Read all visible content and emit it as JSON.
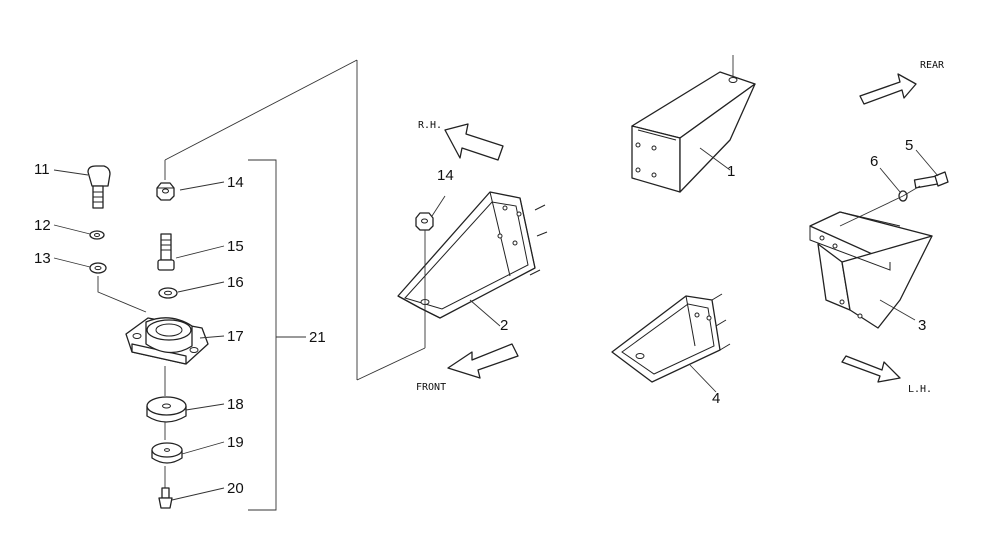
{
  "callouts": {
    "c11": "11",
    "c12": "12",
    "c13": "13",
    "c14a": "14",
    "c15": "15",
    "c16": "16",
    "c17": "17",
    "c18": "18",
    "c19": "19",
    "c20": "20",
    "c21": "21",
    "c14b": "14",
    "c2": "2",
    "c1": "1",
    "c4": "4",
    "c3": "3",
    "c5": "5",
    "c6": "6"
  },
  "directions": {
    "rh": "R.H.",
    "front": "FRONT",
    "rear": "REAR",
    "lh": "L.H."
  }
}
